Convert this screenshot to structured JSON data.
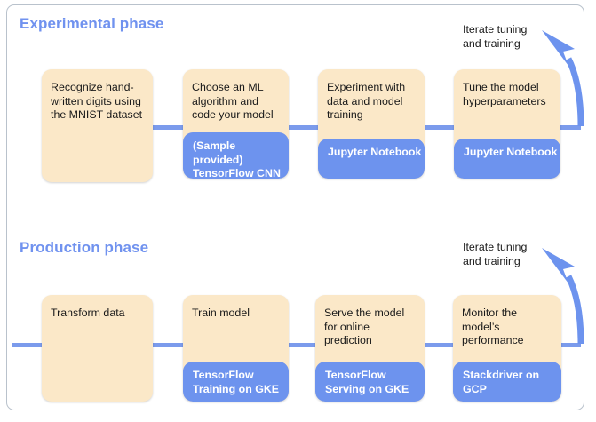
{
  "diagram": {
    "title_experimental": "Experimental phase",
    "title_production": "Production phase",
    "loop_label_top": "Iterate tuning\nand training",
    "loop_label_bottom": "Iterate tuning\nand training",
    "colors": {
      "box_fill": "#fbe8c8",
      "tech_fill": "#6d93ee",
      "rail": "#7b9bec",
      "heading": "#7092ef",
      "card_border": "#b9c2cc",
      "text": "#1a1a1a",
      "tech_text": "#ffffff"
    }
  },
  "experimental": {
    "nodes": [
      {
        "title": "Recognize hand-written digits using the MNIST dataset",
        "tech": ""
      },
      {
        "title": "Choose an ML algorithm and code your model",
        "tech": "(Sample provided) TensorFlow CNN model"
      },
      {
        "title": "Experiment with data and model training",
        "tech": "Jupyter Notebook"
      },
      {
        "title": "Tune the model hyperparameters",
        "tech": "Jupyter Notebook"
      }
    ]
  },
  "production": {
    "nodes": [
      {
        "title": "Transform data",
        "tech": ""
      },
      {
        "title": "Train model",
        "tech": "TensorFlow Training on GKE"
      },
      {
        "title": "Serve the model for online prediction",
        "tech": "TensorFlow Serving on GKE"
      },
      {
        "title": "Monitor the model’s performance",
        "tech": "Stackdriver on GCP"
      }
    ]
  }
}
